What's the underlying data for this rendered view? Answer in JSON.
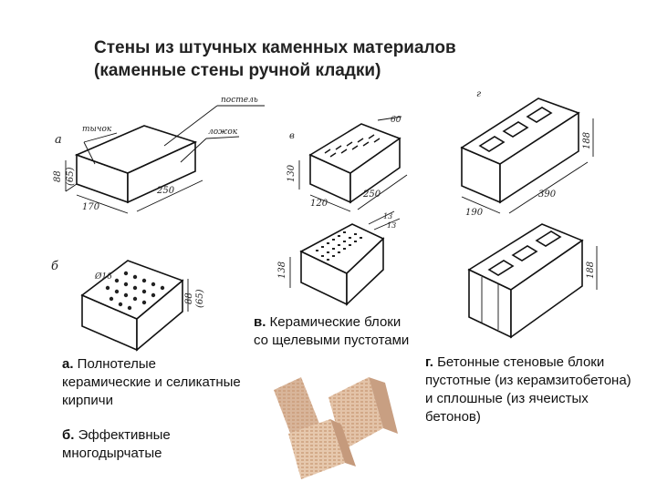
{
  "title": {
    "line1": "Стены из штучных каменных материалов",
    "line2": "(каменные стены ручной кладки)"
  },
  "figure_labels": {
    "a": "а",
    "b": "б",
    "v": "в",
    "g": "г"
  },
  "brick_a": {
    "top": "постель",
    "end": "тычок",
    "side": "ложок",
    "height": "88",
    "height_alt": "(65)",
    "width": "170",
    "length": "250"
  },
  "brick_b": {
    "hole_diam": "Ø16",
    "height": "88",
    "height_alt": "(65)"
  },
  "block_v1": {
    "height": "130",
    "width": "120",
    "length": "250",
    "slot": "60"
  },
  "block_v2": {
    "height": "138",
    "dim1": "13",
    "dim2": "13"
  },
  "block_g1": {
    "height": "188",
    "width": "190",
    "length": "390"
  },
  "block_g2": {
    "height": "188"
  },
  "captions": {
    "a_prefix": "а.",
    "a_text": " Полнотелые керамические и селикатные кирпичи",
    "b_prefix": "б.",
    "b_text": " Эффективные многодырчатые",
    "v_prefix": "в.",
    "v_text": " Керамические блоки со щелевыми пустотами",
    "g_prefix": "г.",
    "g_text": " Бетонные стеновые блоки пустотные (из керамзитобетона) и сплошные (из ячеистых бетонов)"
  },
  "photo": {
    "name": "ceramic-blocks-photo"
  }
}
